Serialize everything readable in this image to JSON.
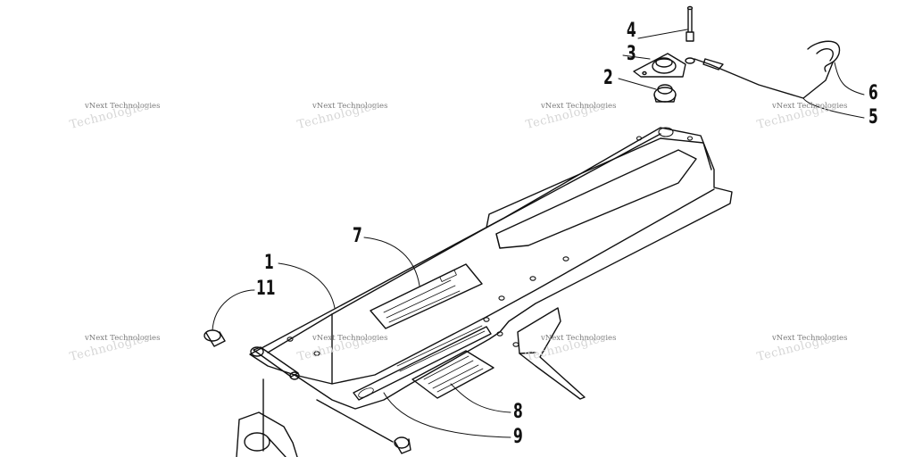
{
  "diagram": {
    "callouts": [
      {
        "id": "c1",
        "label": "1"
      },
      {
        "id": "c2",
        "label": "2"
      },
      {
        "id": "c3",
        "label": "3"
      },
      {
        "id": "c4",
        "label": "4"
      },
      {
        "id": "c5",
        "label": "5"
      },
      {
        "id": "c6",
        "label": "6"
      },
      {
        "id": "c7",
        "label": "7"
      },
      {
        "id": "c8",
        "label": "8"
      },
      {
        "id": "c9",
        "label": "9"
      },
      {
        "id": "c11",
        "label": "11"
      }
    ]
  },
  "watermark": {
    "line1": "vNext Technologies",
    "line2": "Technologies"
  },
  "colors": {
    "line": "#111111",
    "background": "#ffffff",
    "watermark": "#7a7a7a"
  }
}
